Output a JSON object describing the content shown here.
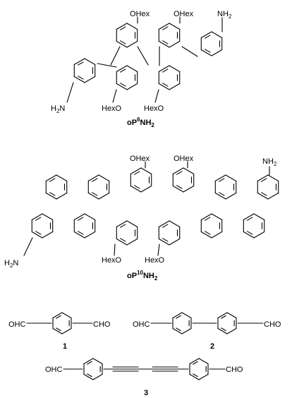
{
  "oP6": {
    "name_main": "oP",
    "name_sup": "6",
    "name_tail": "NH",
    "name_sub": "2",
    "labels": {
      "ohex_1": "OHex",
      "ohex_2": "OHex",
      "nh2_top": "NH",
      "nh2_top_sub": "2",
      "nh2_bottom": "H",
      "nh2_bottom_sub": "2",
      "nh2_bottom_tail": "N",
      "hexo_1": "HexO",
      "hexo_2": "HexO"
    }
  },
  "oP10": {
    "name_main": "oP",
    "name_sup": "10",
    "name_tail": "NH",
    "name_sub": "2",
    "labels": {
      "ohex_1": "OHex",
      "ohex_2": "OHex",
      "nh2_top": "NH",
      "nh2_top_sub": "2",
      "nh2_bottom": "H",
      "nh2_bottom_sub": "2",
      "nh2_bottom_tail": "N",
      "hexo_1": "HexO",
      "hexo_2": "HexO"
    }
  },
  "aldehydes": [
    {
      "number": "1",
      "left": "OHC",
      "right": "CHO"
    },
    {
      "number": "2",
      "left": "OHC",
      "right": "CHO"
    },
    {
      "number": "3",
      "left": "OHC",
      "right": "CHO"
    }
  ]
}
